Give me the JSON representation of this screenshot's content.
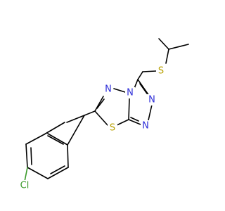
{
  "colors": {
    "N": "#2f2fd8",
    "S": "#b8a000",
    "Cl": "#3a9a2a",
    "C": "#000000"
  },
  "atoms": {
    "n_top": {
      "label": "N",
      "element": "N"
    },
    "n_center": {
      "label": "N",
      "element": "N"
    },
    "n_right1": {
      "label": "N",
      "element": "N"
    },
    "n_right2": {
      "label": "N",
      "element": "N"
    },
    "s_ring": {
      "label": "S",
      "element": "S"
    },
    "s_chain": {
      "label": "S",
      "element": "S"
    },
    "cl": {
      "label": "Cl",
      "element": "Cl"
    }
  }
}
